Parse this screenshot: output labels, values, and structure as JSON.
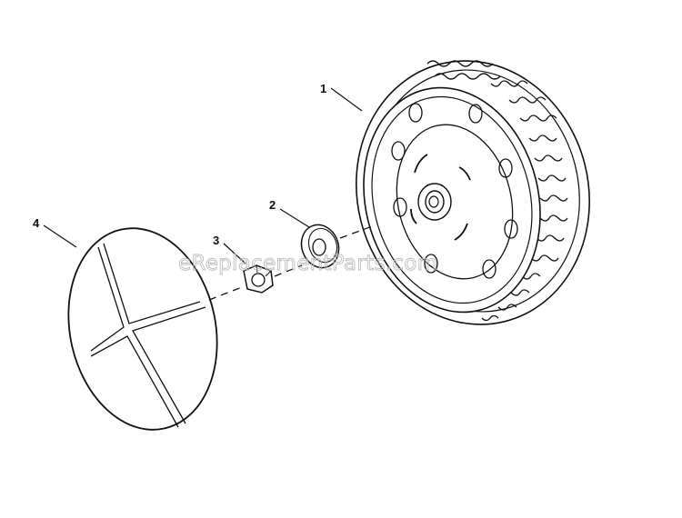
{
  "diagram": {
    "parts": [
      {
        "number": "1",
        "name": "wheel"
      },
      {
        "number": "2",
        "name": "washer"
      },
      {
        "number": "3",
        "name": "hex-nut"
      },
      {
        "number": "4",
        "name": "hub-cap"
      }
    ],
    "watermark": "eReplacementParts.com"
  },
  "colors": {
    "ink": "#111111",
    "watermark": "#bdbdbd",
    "background": "#ffffff"
  }
}
